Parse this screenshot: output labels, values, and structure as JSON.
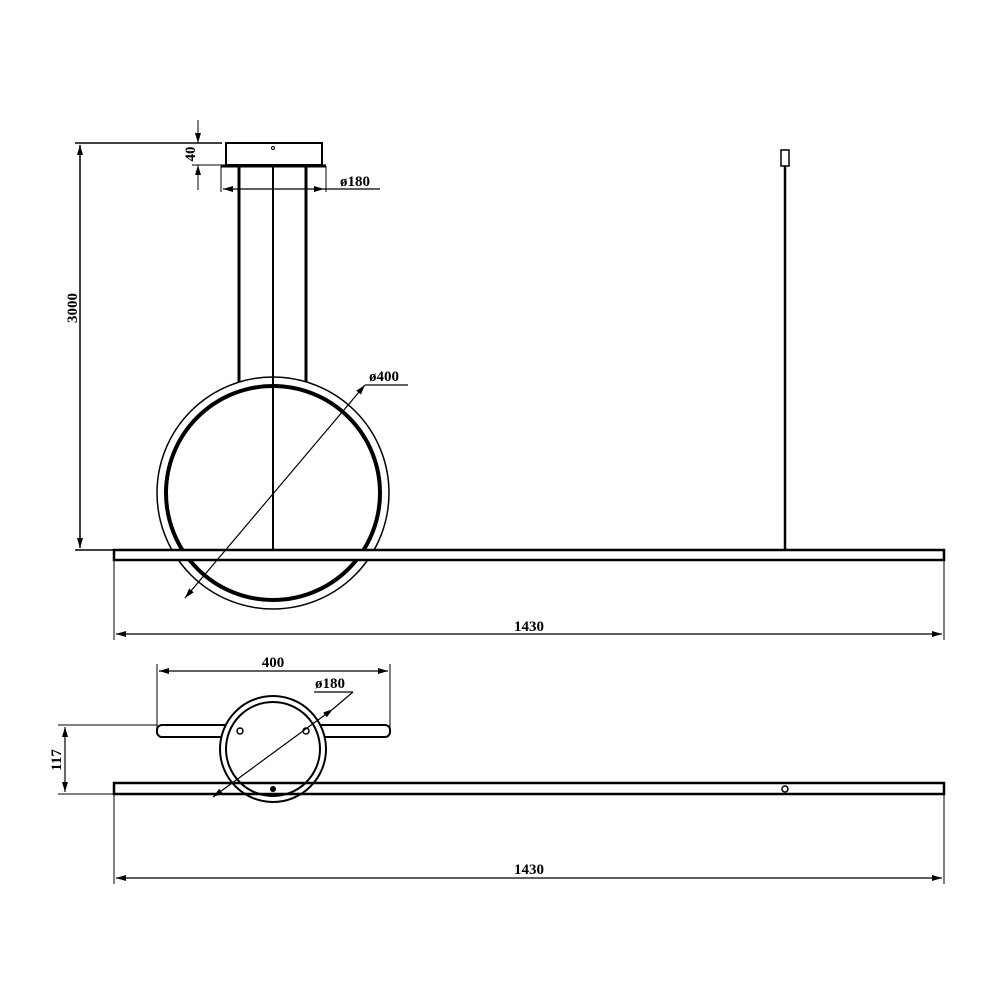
{
  "front_view": {
    "height_label": "3000",
    "canopy_height_label": "40",
    "canopy_diameter_label": "ø180",
    "ring_diameter_label": "ø400",
    "length_label": "1430"
  },
  "top_view": {
    "arm_width_label": "400",
    "canopy_diameter_label": "ø180",
    "offset_label": "117",
    "length_label": "1430"
  },
  "colors": {
    "line": "#000000",
    "background": "#ffffff"
  }
}
